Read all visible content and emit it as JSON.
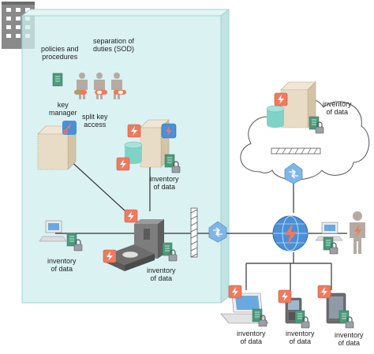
{
  "labels": {
    "policies": [
      "policies and",
      "procedures"
    ],
    "sod": [
      "separation of",
      "duties (SOD)"
    ],
    "key_manager": [
      "key",
      "manager"
    ],
    "split_key": [
      "split key",
      "access"
    ],
    "inventory": [
      "inventory",
      "of data"
    ]
  },
  "colors": {
    "datacenter_fill": "#cfeeed",
    "datacenter_stroke": "#9fd4d2",
    "encryption_orange": "#f07a5e",
    "lock_blue": "#4a8fd8",
    "server_tan": "#e8dcc6",
    "cylinder_teal": "#7fd3c6",
    "line": "#333333",
    "person_gray": "#b5aba3",
    "doc_green": "#4c9a7a"
  },
  "icons": [
    "building-icon",
    "server-icon",
    "database-icon",
    "lock-icon",
    "switch-icon",
    "firewall-icon",
    "router-icon",
    "cloud-icon",
    "laptop-icon",
    "phone-icon",
    "tablet-icon",
    "person-icon",
    "document-icon"
  ]
}
